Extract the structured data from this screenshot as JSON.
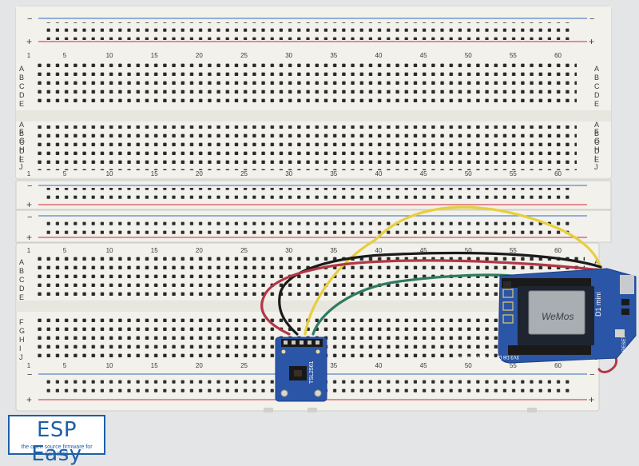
{
  "breadboard": {
    "row_letters_top": [
      "A",
      "B",
      "C",
      "D",
      "E"
    ],
    "row_letters_bottom": [
      "F",
      "G",
      "H",
      "I",
      "J"
    ],
    "column_numbers": [
      "1",
      "5",
      "10",
      "15",
      "20",
      "25",
      "30",
      "35",
      "40",
      "45",
      "50",
      "55",
      "60"
    ],
    "rail_minus": "−",
    "rail_plus": "+"
  },
  "sensor": {
    "label": "TSL2561"
  },
  "controller": {
    "brand": "WeMos",
    "model": "D1 mini",
    "pin_labels_bottom": "3V3 D8 D7 D6 D5 D0 A0 RST",
    "reset_label": "RESET"
  },
  "logo": {
    "title": "ESP Easy",
    "subtitle": "the open source firmware for ESP8266"
  },
  "colors": {
    "board": "#f2f1ec",
    "rail_red": "#d8505a",
    "rail_blue": "#5a86c8",
    "wire_yellow": "#e6cf3c",
    "wire_black": "#1b1b1b",
    "wire_red": "#b33746",
    "wire_green": "#2f7b62",
    "pcb_blue": "#2b55a6",
    "logo_blue": "#1d5fa8"
  }
}
